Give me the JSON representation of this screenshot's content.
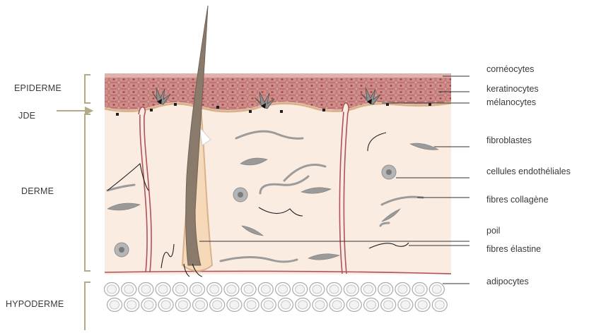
{
  "layers": {
    "epiderme": "EPIDERME",
    "jde": "JDE",
    "derme": "DERME",
    "hypoderme": "HYPODERME"
  },
  "labels": {
    "corneocytes": "cornéocytes",
    "keratinocytes": "keratinocytes",
    "melanocytes": "mélanocytes",
    "fibroblastes": "fibroblastes",
    "cellules_endotheliales": "cellules endothéliales",
    "fibres_collagene": "fibres collagène",
    "poil": "poil",
    "fibres_elastine": "fibres élastine",
    "adipocytes": "adipocytes"
  },
  "colors": {
    "epidermis": "#c98a86",
    "epidermis_dark": "#a8504f",
    "dermis": "#fbece2",
    "hair": "#8a7a6c",
    "vessel": "#b0525a",
    "bracket": "#b3ab88",
    "cell_grey": "#9a9a9a"
  }
}
